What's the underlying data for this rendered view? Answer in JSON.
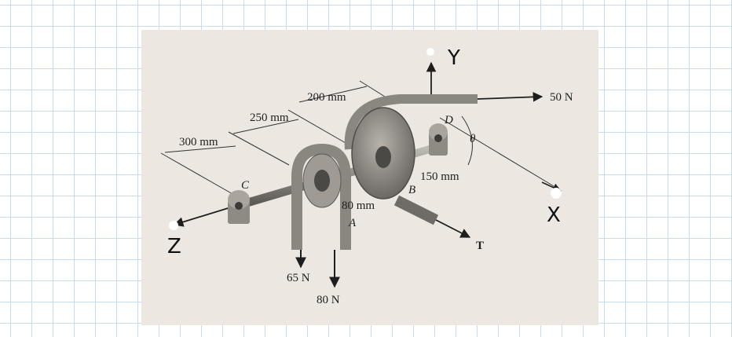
{
  "diagram": {
    "dimensions": {
      "d300": "300 mm",
      "d250": "250 mm",
      "d200": "200 mm",
      "d150": "150 mm",
      "d80": "80 mm"
    },
    "points": {
      "C": "C",
      "D": "D",
      "B": "B",
      "A": "A"
    },
    "forces": {
      "f50": "50 N",
      "f65": "65 N",
      "f80": "80 N",
      "T": "T"
    },
    "angle": "θ",
    "axes": {
      "x": "X",
      "y": "Y",
      "z": "Z"
    }
  }
}
